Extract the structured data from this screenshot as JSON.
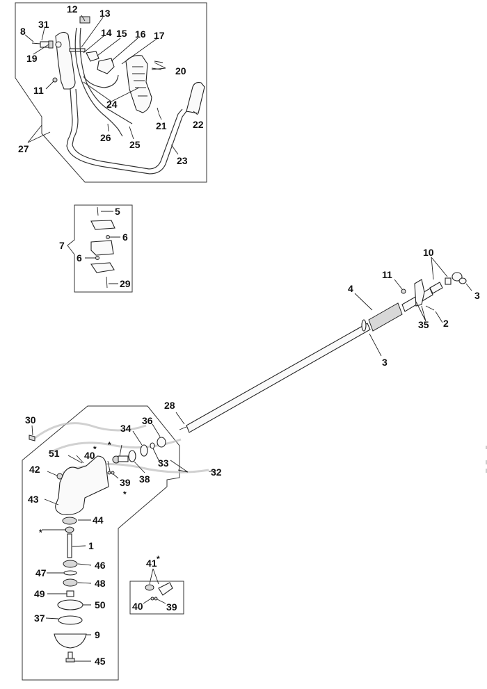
{
  "diagram": {
    "title": "Exploded parts diagram - brushcutter handle, drive shaft and gear head",
    "groups": {
      "handle_assembly": {
        "group_label": "27",
        "part_labels": [
          "12",
          "13",
          "8",
          "31",
          "14",
          "15",
          "16",
          "17",
          "19",
          "20",
          "11",
          "24",
          "21",
          "22",
          "26",
          "25",
          "23"
        ]
      },
      "clamp_assembly": {
        "group_label": "7",
        "part_labels": [
          "5",
          "6",
          "6",
          "29"
        ]
      },
      "shaft_assembly": {
        "part_labels": [
          "10",
          "11",
          "3",
          "4",
          "35",
          "2",
          "3",
          "28"
        ]
      },
      "gear_head_assembly": {
        "group_label": "32",
        "part_labels": [
          "30",
          "34",
          "36",
          "40",
          "51",
          "33",
          "42",
          "38",
          "39",
          "43",
          "44",
          "1",
          "46",
          "47",
          "48",
          "49",
          "50",
          "37",
          "9",
          "45"
        ]
      },
      "gear_kit_inset": {
        "group_label": "41",
        "part_labels": [
          "40",
          "39"
        ]
      }
    },
    "labels": {
      "l12": "12",
      "l13": "13",
      "l8": "8",
      "l31": "31",
      "l14": "14",
      "l15": "15",
      "l16": "16",
      "l17": "17",
      "l19": "19",
      "l20": "20",
      "l11a": "11",
      "l24": "24",
      "l21": "21",
      "l22": "22",
      "l26": "26",
      "l25": "25",
      "l27": "27",
      "l23": "23",
      "l5": "5",
      "l7": "7",
      "l6a": "6",
      "l6b": "6",
      "l29": "29",
      "l10": "10",
      "l11b": "11",
      "l3a": "3",
      "l4": "4",
      "l35": "35",
      "l2": "2",
      "l3b": "3",
      "l28": "28",
      "l30": "30",
      "l36": "36",
      "l34": "34",
      "l40": "40",
      "l51": "51",
      "l33": "33",
      "l32": "32",
      "l42": "42",
      "l38": "38",
      "l39": "39",
      "l43": "43",
      "l44": "44",
      "l1": "1",
      "l46": "46",
      "l47": "47",
      "l48": "48",
      "l49": "49",
      "l50": "50",
      "l37": "37",
      "l9": "9",
      "l45": "45",
      "l41": "41",
      "l40b": "40",
      "l39b": "39"
    },
    "asterisk": "*"
  }
}
